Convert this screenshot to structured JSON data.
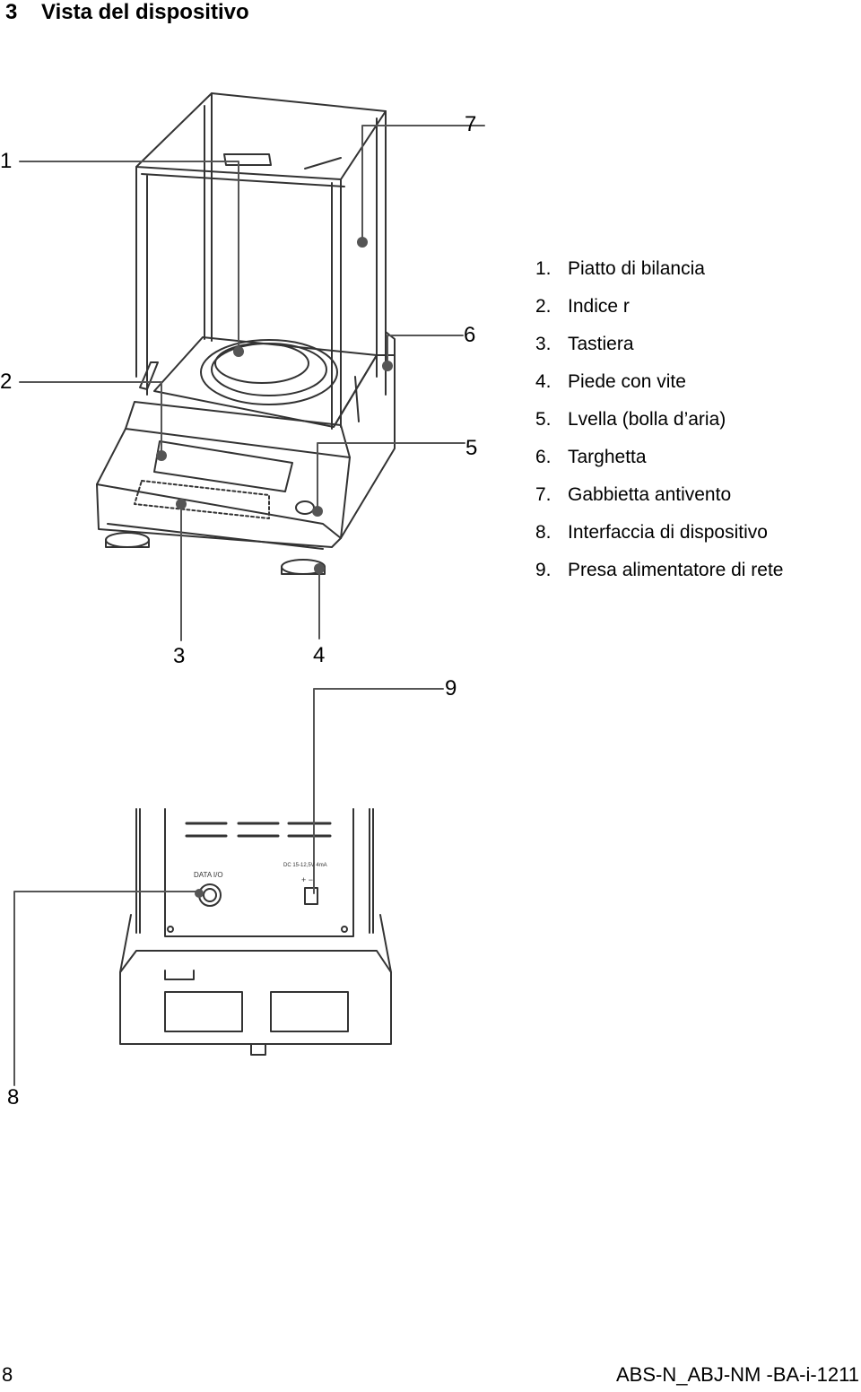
{
  "section": {
    "number": "3",
    "title": "Vista del dispositivo"
  },
  "legend": [
    {
      "num": "1.",
      "text": "Piatto di bilancia"
    },
    {
      "num": "2.",
      "text": "Indice r"
    },
    {
      "num": "3.",
      "text": "Tastiera"
    },
    {
      "num": "4.",
      "text": "Piede con vite"
    },
    {
      "num": "5.",
      "text": "Lvella (bolla d’aria)"
    },
    {
      "num": "6.",
      "text": "Targhetta"
    },
    {
      "num": "7.",
      "text": "Gabbietta  antivento"
    },
    {
      "num": "8.",
      "text": "Interfaccia di dispositivo"
    },
    {
      "num": "9.",
      "text": "Presa alimentatore di rete"
    }
  ],
  "callouts": [
    "1",
    "2",
    "3",
    "4",
    "5",
    "6",
    "7",
    "8",
    "9"
  ],
  "rear_panel": {
    "data_port_label": "DATA I/O",
    "power_label": "DC 15-12,5V 4mA",
    "polarity_label": "+ −"
  },
  "footer": {
    "page": "8",
    "doc_code": "ABS-N_ABJ-NM -BA-i-1211"
  }
}
